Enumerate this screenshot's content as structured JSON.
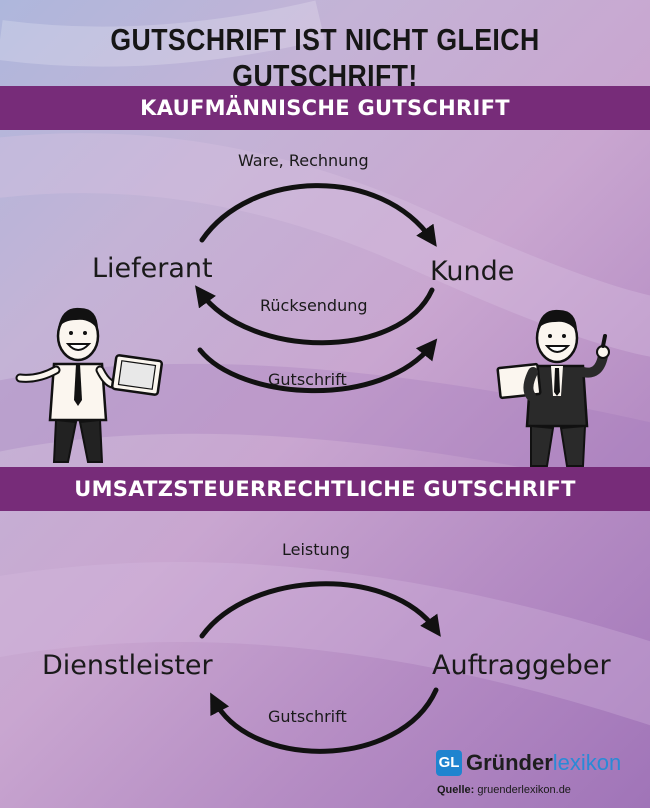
{
  "title": "GUTSCHRIFT IST NICHT GLEICH GUTSCHRIFT!",
  "section1": {
    "heading": "KAUFMÄNNISCHE GUTSCHRIFT",
    "left_party": "Lieferant",
    "right_party": "Kunde",
    "flows": {
      "top": "Ware, Rechnung",
      "middle": "Rücksendung",
      "bottom": "Gutschrift"
    }
  },
  "section2": {
    "heading": "UMSATZSTEUERRECHTLICHE GUTSCHRIFT",
    "left_party": "Dienstleister",
    "right_party": "Auftraggeber",
    "flows": {
      "top": "Leistung",
      "bottom": "Gutschrift"
    }
  },
  "footer": {
    "logo_badge": "GL",
    "logo_strong": "Gründer",
    "logo_light": "lexikon",
    "source_label": "Quelle:",
    "source_url": "gruenderlexikon.de"
  },
  "colors": {
    "band": "#772c79",
    "logo_blue": "#1f84cf"
  }
}
